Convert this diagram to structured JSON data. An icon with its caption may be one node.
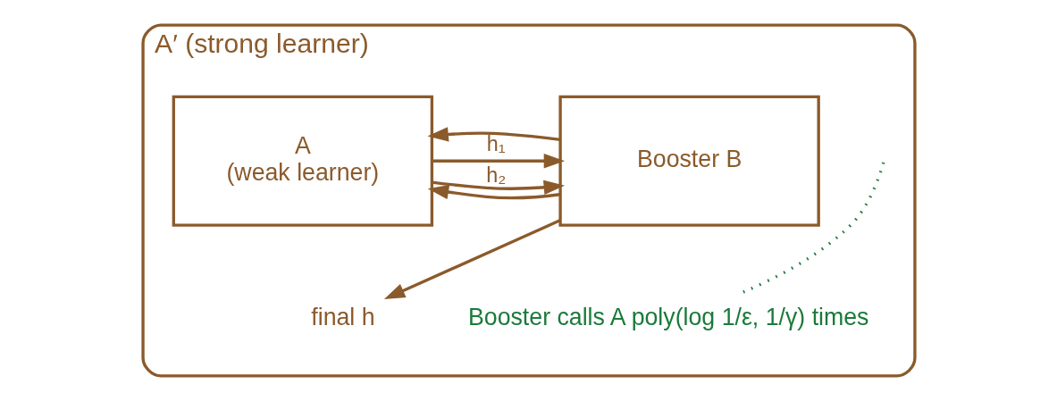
{
  "diagram": {
    "nodes": [
      {
        "text": [
          "A′ (strong learner)"
        ]
      },
      {
        "text": [
          "Booster B"
        ],
        "in": 0
      },
      {
        "text": [
          "A",
          "(weak learner)"
        ],
        "in": 0
      },
      {
        "text": [
          "final h"
        ],
        "in": 0
      },
      {
        "text": [
          "Booster calls A poly(log 1/ε, 1/γ) times"
        ],
        "in": 0
      }
    ],
    "edges": [
      {
        "from": 1,
        "to": 2,
        "arrow": "to"
      },
      {
        "from": 2,
        "to": 1,
        "arrow": "to",
        "label": "h₁"
      },
      {
        "from": 1,
        "to": 2,
        "arrow": "to"
      },
      {
        "from": 2,
        "to": 1,
        "arrow": "to",
        "label": "h₂"
      },
      {
        "from": 1,
        "to": 3,
        "arrow": "to"
      },
      {
        "from": 4,
        "to": null,
        "arrow": "none",
        "style": "dashed",
        "color": "#1b7a3a"
      }
    ]
  }
}
